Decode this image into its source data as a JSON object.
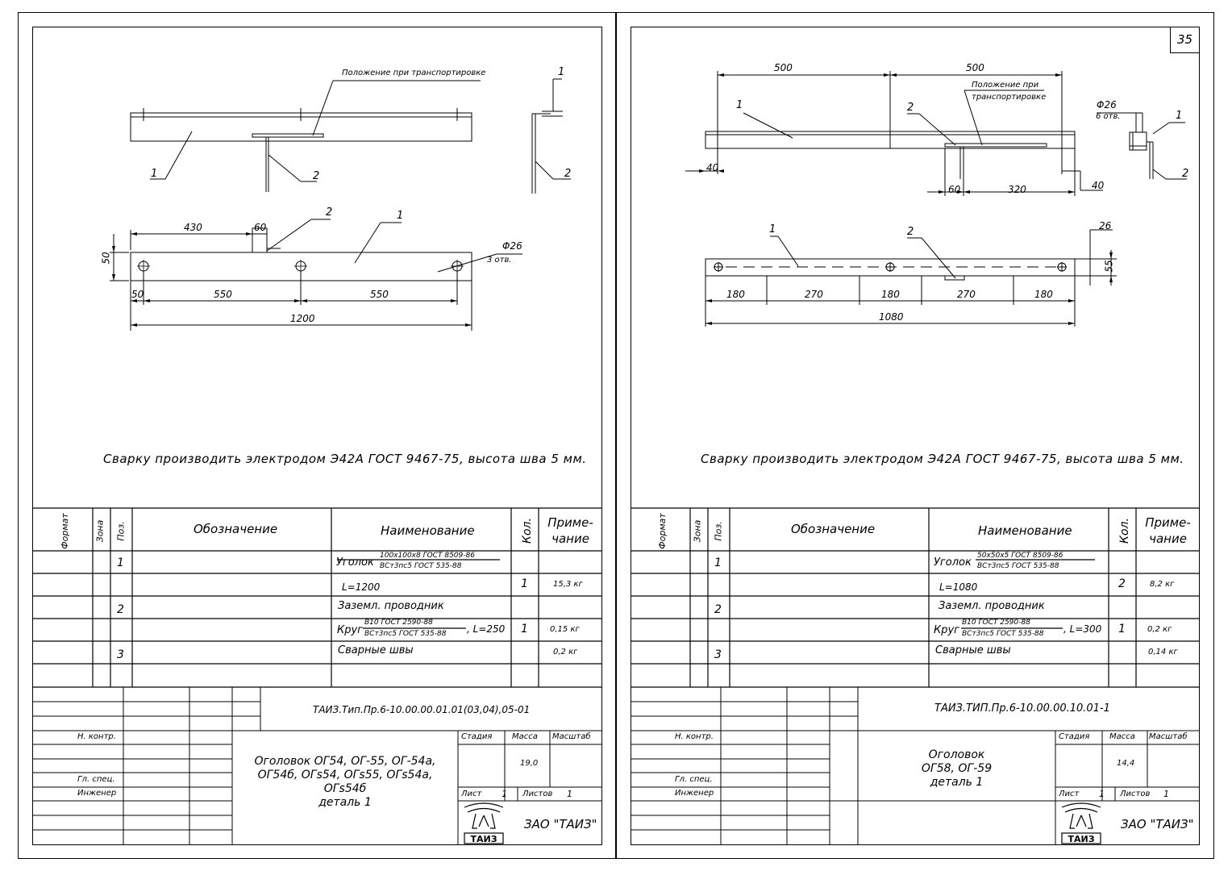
{
  "left": {
    "note": "Сварку производить электродом Э42А ГОСТ 9467-75, высота шва 5 мм.",
    "drawing": {
      "transport_label": "Положение при транспортировке",
      "callouts": [
        "1",
        "2",
        "1",
        "2",
        "2",
        "1"
      ],
      "dims": {
        "d430": "430",
        "d60": "60",
        "d50v": "50",
        "d50": "50",
        "d550a": "550",
        "d550b": "550",
        "d1200": "1200",
        "hole": "Φ26",
        "holes_count": "3 отв."
      }
    },
    "spec": {
      "headers": {
        "format": "Формат",
        "zone": "Зона",
        "pos": "Поз.",
        "designation": "Обозначение",
        "name": "Наименование",
        "qty": "Кол.",
        "note": "Приме-\nчание"
      },
      "rows": [
        {
          "pos": "1",
          "name_prefix": "Уголок",
          "frac_top": "100х100х8 ГОСТ 8509-86",
          "frac_bottom": "ВСт3пс5 ГОСТ 535-88",
          "qty": "",
          "note": ""
        },
        {
          "pos": "",
          "name": "L=1200",
          "qty": "1",
          "note": "15,3 кг"
        },
        {
          "pos": "2",
          "name": "Заземл. проводник",
          "qty": "",
          "note": ""
        },
        {
          "pos": "",
          "name_prefix": "Круг",
          "frac_top": "В10 ГОСТ 2590-88",
          "frac_bottom": "ВСт3пс5 ГОСТ 535-88",
          "suffix": ", L=250",
          "qty": "1",
          "note": "0,15 кг"
        },
        {
          "pos": "3",
          "name": "Сварные швы",
          "qty": "",
          "note": "0,2 кг"
        },
        {
          "pos": "",
          "name": "",
          "qty": "",
          "note": ""
        }
      ]
    },
    "title_block": {
      "code": "ТАИЗ.Тип.Пр.6-10.00.00.01.01(03,04),05-01",
      "n_kontr": "Н. контр.",
      "gl_spec": "Гл. спец.",
      "engineer": "Инженер",
      "title": "Оголовок ОГ54, ОГ-55, ОГ-54а,\nОГ54б, ОГs54, ОГs55, ОГs54а,\nОГs54б\nдеталь 1",
      "stage_label": "Стадия",
      "mass_label": "Масса",
      "scale_label": "Масштаб",
      "mass": "19,0",
      "sheet_label": "Лист",
      "sheet": "1",
      "sheets_label": "Листов",
      "sheets": "1",
      "company": "ЗАО \"ТАИЗ\"",
      "logo_text": "ТАИЗ"
    }
  },
  "right": {
    "page_number": "35",
    "note": "Сварку производить электродом Э42А ГОСТ 9467-75, высота шва 5 мм.",
    "drawing": {
      "transport_label_1": "Положение при",
      "transport_label_2": "транспортировке",
      "callouts": [
        "1",
        "2",
        "1",
        "2",
        "1",
        "2"
      ],
      "dims": {
        "d500a": "500",
        "d500b": "500",
        "d40a": "40",
        "d60": "60",
        "d320": "320",
        "d40b": "40",
        "hole": "Φ26",
        "holes_count": "6 отв.",
        "d26": "26",
        "d55": "55",
        "d180a": "180",
        "d270a": "270",
        "d180b": "180",
        "d270b": "270",
        "d180c": "180",
        "d1080": "1080"
      }
    },
    "spec": {
      "headers": {
        "format": "Формат",
        "zone": "Зона",
        "pos": "Поз.",
        "designation": "Обозначение",
        "name": "Наименование",
        "qty": "Кол.",
        "note": "Приме-\nчание"
      },
      "rows": [
        {
          "pos": "1",
          "name_prefix": "Уголок",
          "frac_top": "50х50х5 ГОСТ 8509-86",
          "frac_bottom": "ВСт3пс5 ГОСТ 535-88",
          "qty": "",
          "note": ""
        },
        {
          "pos": "",
          "name": "L=1080",
          "qty": "2",
          "note": "8,2 кг"
        },
        {
          "pos": "2",
          "name": "Заземл. проводник",
          "qty": "",
          "note": ""
        },
        {
          "pos": "",
          "name_prefix": "Круг",
          "frac_top": "В10 ГОСТ 2590-88",
          "frac_bottom": "ВСт3пс5 ГОСТ 535-88",
          "suffix": ", L=300",
          "qty": "1",
          "note": "0,2 кг"
        },
        {
          "pos": "3",
          "name": "Сварные швы",
          "qty": "",
          "note": "0,14 кг"
        },
        {
          "pos": "",
          "name": "",
          "qty": "",
          "note": ""
        }
      ]
    },
    "title_block": {
      "code": "ТАИЗ.ТИП.Пр.6-10.00.00.10.01-1",
      "n_kontr": "Н. контр.",
      "gl_spec": "Гл. спец.",
      "engineer": "Инженер",
      "title": "Оголовок\nОГ58, ОГ-59\nдеталь 1",
      "stage_label": "Стадия",
      "mass_label": "Масса",
      "scale_label": "Масштаб",
      "mass": "14,4",
      "sheet_label": "Лист",
      "sheet": "1",
      "sheets_label": "Листов",
      "sheets": "1",
      "company": "ЗАО \"ТАИЗ\"",
      "logo_text": "ТАИЗ"
    }
  }
}
